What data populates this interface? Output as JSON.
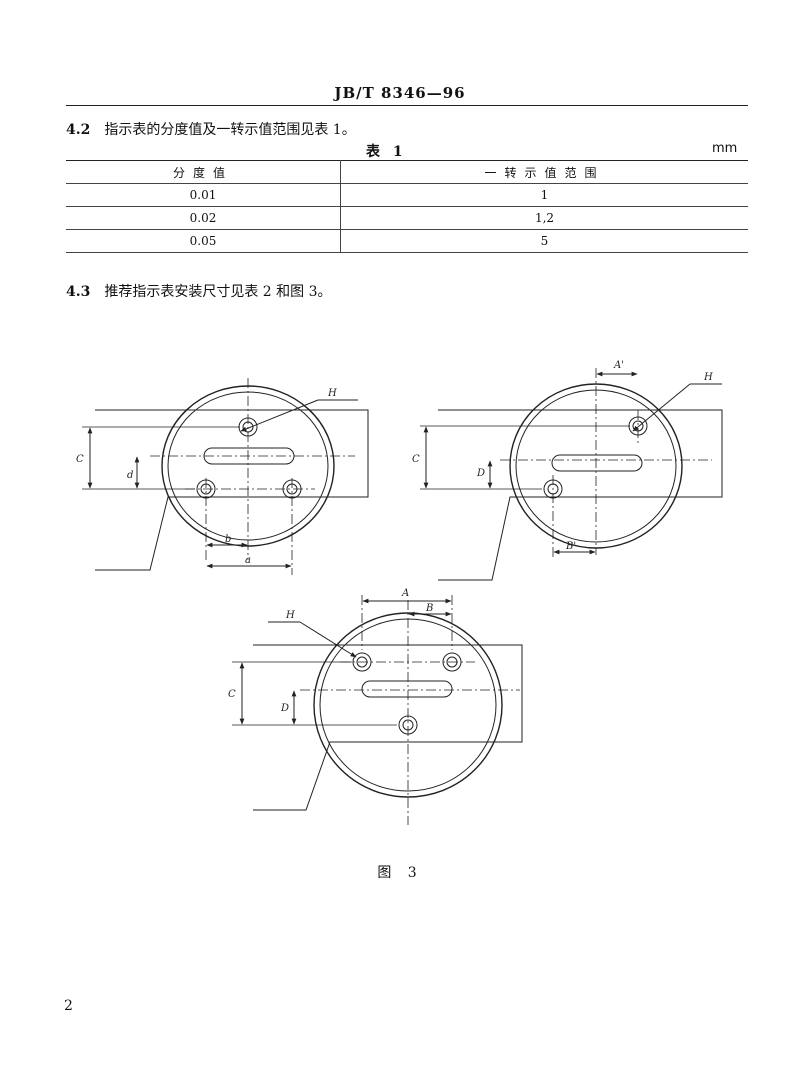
{
  "header": {
    "doc_code": "JB/T 8346—96"
  },
  "section_4_2": {
    "number": "4.2",
    "text": "指示表的分度值及一转示值范围见表 1。"
  },
  "table1": {
    "title": "表 1",
    "unit": "mm",
    "columns": [
      "分度值",
      "一转示值范围"
    ],
    "rows": [
      [
        "0.01",
        "1"
      ],
      [
        "0.02",
        "1,2"
      ],
      [
        "0.05",
        "5"
      ]
    ]
  },
  "section_4_3": {
    "number": "4.3",
    "text": "推荐指示表安装尺寸见表 2 和图 3。"
  },
  "figure": {
    "caption": "图 3",
    "labels": {
      "H": "H",
      "C": "C",
      "d": "d",
      "b": "b",
      "a": "a",
      "A_prime": "A'",
      "D": "D",
      "B_prime": "B'",
      "A": "A",
      "B": "B"
    }
  },
  "footer": {
    "page_number": "2"
  }
}
